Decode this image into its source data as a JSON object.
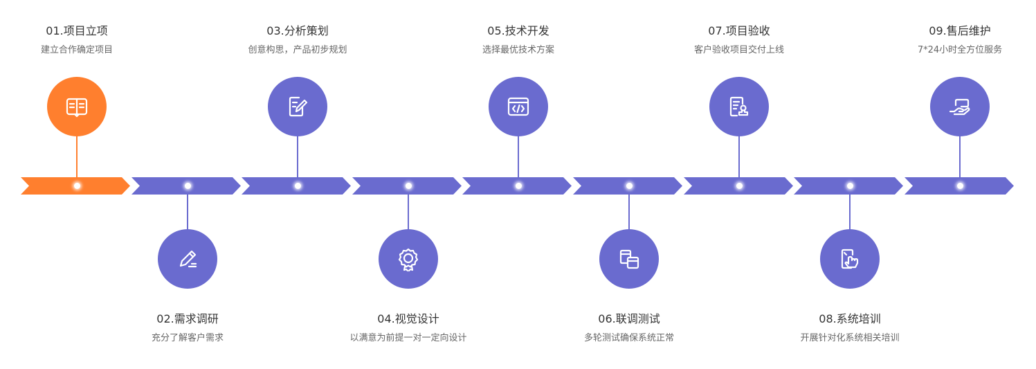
{
  "colors": {
    "active": "#ff7f2e",
    "default": "#6a6bcf",
    "title": "#333333",
    "desc": "#666666"
  },
  "steps": [
    {
      "title": "01.项目立项",
      "desc": "建立合作确定项目",
      "icon": "book-icon",
      "active": true
    },
    {
      "title": "02.需求调研",
      "desc": "充分了解客户需求",
      "icon": "pencil-icon",
      "active": false
    },
    {
      "title": "03.分析策划",
      "desc": "创意构思，产品初步规划",
      "icon": "edit-document-icon",
      "active": false
    },
    {
      "title": "04.视觉设计",
      "desc": "以满意为前提一对一定向设计",
      "icon": "award-badge-icon",
      "active": false
    },
    {
      "title": "05.技术开发",
      "desc": "选择最优技术方案",
      "icon": "code-window-icon",
      "active": false
    },
    {
      "title": "06.联调测试",
      "desc": "多轮测试确保系统正常",
      "icon": "overlap-windows-icon",
      "active": false
    },
    {
      "title": "07.项目验收",
      "desc": "客户验收项目交付上线",
      "icon": "document-stamp-icon",
      "active": false
    },
    {
      "title": "08.系统培训",
      "desc": "开展针对化系统相关培训",
      "icon": "touch-screen-icon",
      "active": false
    },
    {
      "title": "09.售后维护",
      "desc": "7*24小时全方位服务",
      "icon": "hand-support-icon",
      "active": false
    }
  ]
}
